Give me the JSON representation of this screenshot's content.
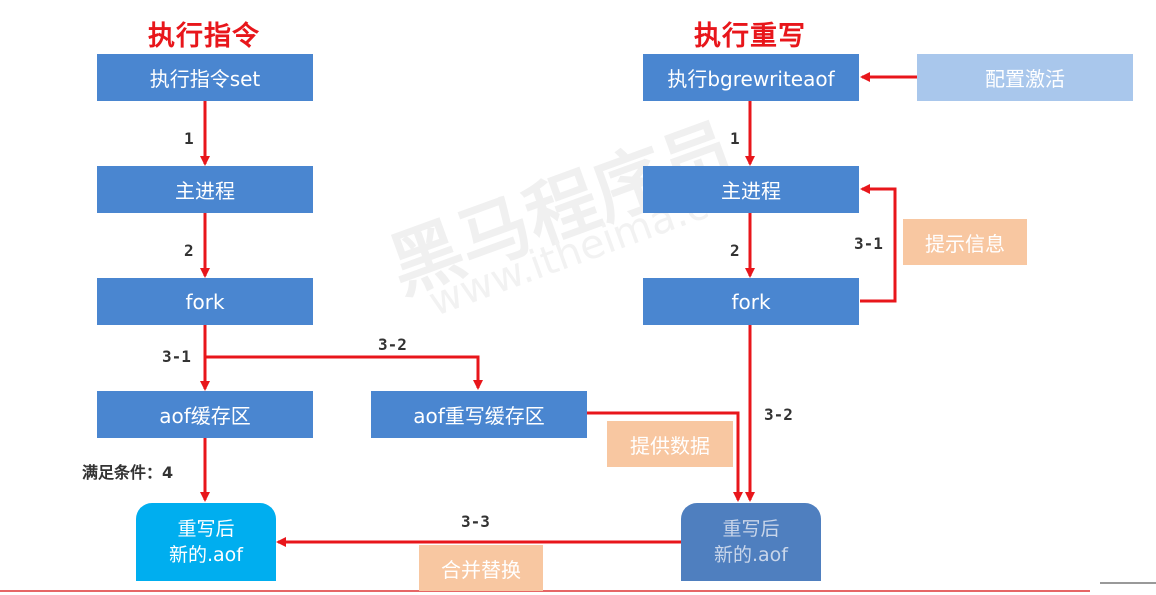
{
  "left": {
    "title": "执行指令",
    "cmd": "执行指令set",
    "main": "主进程",
    "fork": "fork",
    "buf": "aof缓存区",
    "step1": "1",
    "step2": "2",
    "step31": "3-1",
    "step32": "3-2",
    "cond": "满足条件：4",
    "rewrite_buf": "aof重写缓存区",
    "new_aof_line1": "重写后",
    "new_aof_line2": "新的.aof"
  },
  "right": {
    "title": "执行重写",
    "cmd": "执行bgrewriteaof",
    "config": "配置激活",
    "main": "主进程",
    "fork": "fork",
    "step1": "1",
    "step2": "2",
    "step31": "3-1",
    "tip": "提示信息",
    "step32": "3-2",
    "provide": "提供数据",
    "new_aof_line1": "重写后",
    "new_aof_line2": "新的.aof"
  },
  "bottom": {
    "step33": "3-3",
    "merge": "合并替换"
  },
  "watermark": {
    "brand": "黑马程序员",
    "url": "www.itheima.com"
  },
  "colors": {
    "title_red": "#e8161b",
    "box_blue": "#4a86d0",
    "config_blue": "#a9c7ec",
    "peach": "#f8c7a1",
    "doc_cyan": "#00aeef",
    "doc_dark": "#4f7fbf",
    "arrow_red": "#e8161b"
  }
}
